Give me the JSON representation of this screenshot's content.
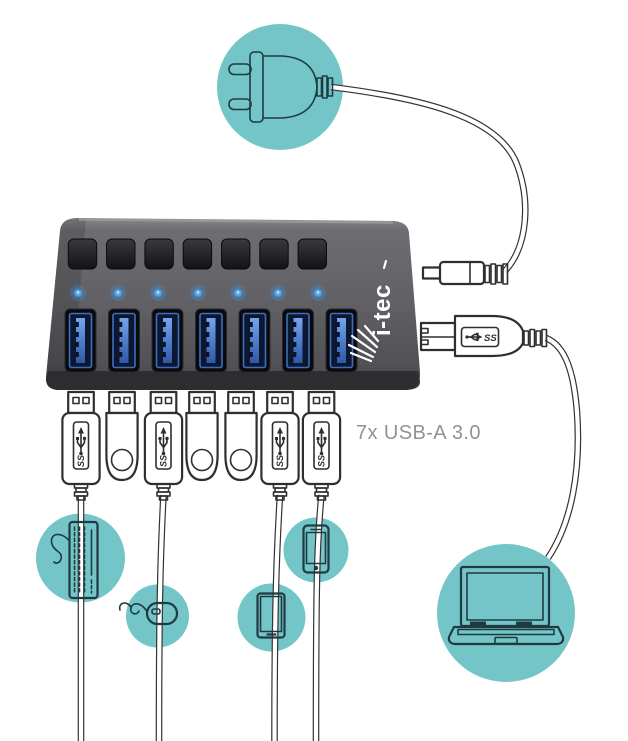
{
  "caption": {
    "ports_label": "7x USB-A 3.0"
  },
  "brand": {
    "logo_text": "i-tec"
  },
  "usb": {
    "superspeed_text": "SS"
  },
  "hub": {
    "button_count": 7,
    "led_count": 7,
    "port_count": 7
  },
  "connections": {
    "power": "power-plug",
    "host": "laptop",
    "bottom_devices": [
      "keyboard",
      "mouse",
      "tablet",
      "smartphone"
    ],
    "front_row": [
      "usb-cable-plug",
      "usb-dongle",
      "usb-cable-plug",
      "usb-dongle",
      "usb-dongle",
      "usb-cable-plug",
      "usb-cable-plug"
    ]
  },
  "colors": {
    "teal": "#74c5c8",
    "icon_stroke": "#203a42",
    "cable": "#333333",
    "outline": "#2f2f2f",
    "led_blue": "#58b0f2",
    "port_blue": "#3c6fc2",
    "label_gray": "#909394",
    "logo_white": "#ffffff",
    "hub_gray": "#5e5d61"
  }
}
